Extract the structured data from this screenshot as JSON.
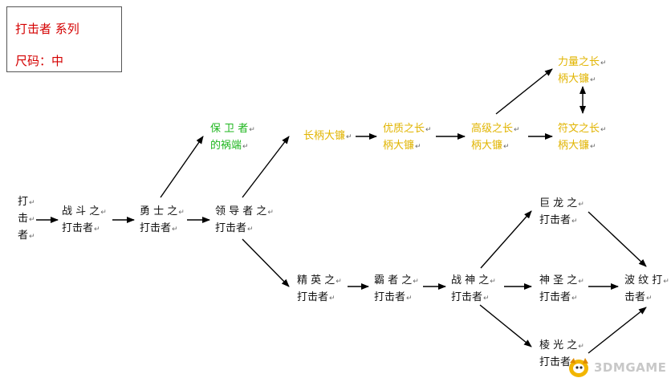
{
  "legend": {
    "series": "打击者 系列",
    "size": "尺码：中"
  },
  "nodes": [
    {
      "id": "n1",
      "lines": [
        "打",
        "击",
        "者"
      ],
      "color": "black"
    },
    {
      "id": "n2",
      "lines": [
        "战 斗 之",
        "打击者"
      ],
      "color": "black"
    },
    {
      "id": "n3",
      "lines": [
        "勇 士 之",
        "打击者"
      ],
      "color": "black"
    },
    {
      "id": "n4",
      "lines": [
        "领 导 者 之",
        "打击者"
      ],
      "color": "black"
    },
    {
      "id": "n5",
      "lines": [
        "保 卫 者",
        "的祸端"
      ],
      "color": "green"
    },
    {
      "id": "n6",
      "lines": [
        "长柄大镰"
      ],
      "color": "yellow"
    },
    {
      "id": "n7",
      "lines": [
        "优质之长",
        "柄大镰"
      ],
      "color": "yellow"
    },
    {
      "id": "n8",
      "lines": [
        "高级之长",
        "柄大镰"
      ],
      "color": "yellow"
    },
    {
      "id": "n9",
      "lines": [
        "力量之长",
        "柄大镰"
      ],
      "color": "yellow"
    },
    {
      "id": "n10",
      "lines": [
        "符文之长",
        "柄大镰"
      ],
      "color": "yellow"
    },
    {
      "id": "n11",
      "lines": [
        "精 英 之",
        "打击者"
      ],
      "color": "black"
    },
    {
      "id": "n12",
      "lines": [
        "霸 者 之",
        "打击者"
      ],
      "color": "black"
    },
    {
      "id": "n13",
      "lines": [
        "战 神 之",
        "打击者"
      ],
      "color": "black"
    },
    {
      "id": "n14",
      "lines": [
        "巨 龙 之",
        "打击者"
      ],
      "color": "black"
    },
    {
      "id": "n15",
      "lines": [
        "神 圣 之",
        "打击者"
      ],
      "color": "black"
    },
    {
      "id": "n16",
      "lines": [
        "棱 光 之",
        "打击者"
      ],
      "color": "black"
    },
    {
      "id": "n17",
      "lines": [
        "波 纹 打",
        "击者"
      ],
      "color": "black"
    }
  ],
  "edges": [
    {
      "from": "n1",
      "to": "n2"
    },
    {
      "from": "n2",
      "to": "n3"
    },
    {
      "from": "n3",
      "to": "n4"
    },
    {
      "from": "n3",
      "to": "n5"
    },
    {
      "from": "n4",
      "to": "n6"
    },
    {
      "from": "n6",
      "to": "n7"
    },
    {
      "from": "n7",
      "to": "n8"
    },
    {
      "from": "n8",
      "to": "n10"
    },
    {
      "from": "n8",
      "to": "n9"
    },
    {
      "from": "n9",
      "to": "n10",
      "bidirectional": true
    },
    {
      "from": "n4",
      "to": "n11"
    },
    {
      "from": "n11",
      "to": "n12"
    },
    {
      "from": "n12",
      "to": "n13"
    },
    {
      "from": "n13",
      "to": "n14"
    },
    {
      "from": "n13",
      "to": "n15"
    },
    {
      "from": "n13",
      "to": "n16"
    },
    {
      "from": "n14",
      "to": "n17"
    },
    {
      "from": "n15",
      "to": "n17"
    },
    {
      "from": "n16",
      "to": "n17"
    }
  ],
  "colors": {
    "black": "#111111",
    "yellow": "#e1b400",
    "green": "#1eb61e",
    "legend_text": "#d40000",
    "arrow": "#000000"
  },
  "watermark": {
    "text": "3DMGAME"
  }
}
